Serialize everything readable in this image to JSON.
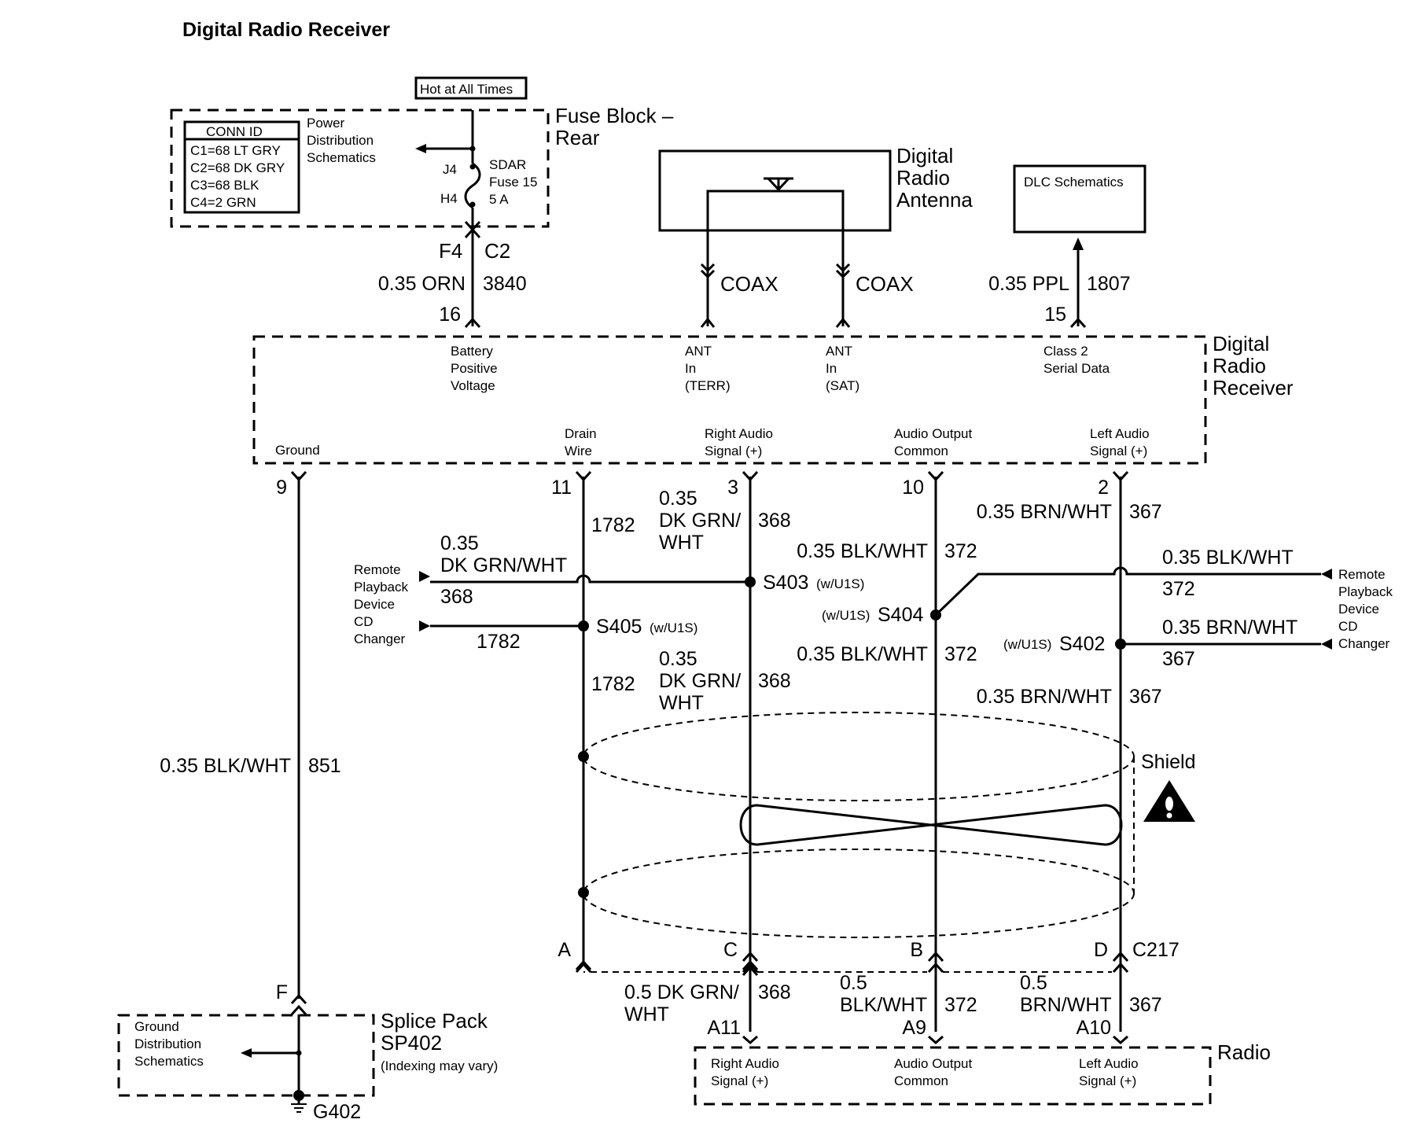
{
  "title": "Digital Radio Receiver",
  "fuse_block": {
    "hot_label": "Hot at All Times",
    "name_line1": "Fuse Block –",
    "name_line2": "Rear",
    "conn_header": "CONN ID",
    "conn_ids": [
      "C1=68 LT GRY",
      "C2=68 DK GRY",
      "C3=68 BLK",
      "C4=2 GRN"
    ],
    "power_ref": [
      "Power",
      "Distribution",
      "Schematics"
    ],
    "fuse_label": [
      "SDAR",
      "Fuse 15",
      "5 A"
    ],
    "pin_in": "J4",
    "pin_out": "H4",
    "connector_left": "F4",
    "connector_right": "C2"
  },
  "antenna": {
    "name": [
      "Digital",
      "Radio",
      "Antenna"
    ],
    "coax_label": "COAX"
  },
  "dlc": {
    "label": "DLC Schematics"
  },
  "receiver": {
    "name": [
      "Digital",
      "Radio",
      "Receiver"
    ],
    "top_pins": [
      {
        "label": [
          "Battery",
          "Positive",
          "Voltage"
        ],
        "pin": "16",
        "gauge": "0.35 ORN",
        "circuit": "3840"
      },
      {
        "label": [
          "ANT",
          "In",
          "(TERR)"
        ]
      },
      {
        "label": [
          "ANT",
          "In",
          "(SAT)"
        ]
      },
      {
        "label": [
          "Class 2",
          "Serial Data"
        ],
        "pin": "15",
        "gauge": "0.35 PPL",
        "circuit": "1807"
      }
    ],
    "bottom_pins": [
      {
        "label": [
          "Ground"
        ],
        "pin": "9"
      },
      {
        "label": [
          "Drain",
          "Wire"
        ],
        "pin": "11"
      },
      {
        "label": [
          "Right Audio",
          "Signal (+)"
        ],
        "pin": "3"
      },
      {
        "label": [
          "Audio Output",
          "Common"
        ],
        "pin": "10"
      },
      {
        "label": [
          "Left Audio",
          "Signal (+)"
        ],
        "pin": "2"
      }
    ]
  },
  "wires": {
    "ground": {
      "gauge": "0.35 BLK/WHT",
      "circuit": "851",
      "connector_pin": "F"
    },
    "drain_upper": {
      "circuit": "1782"
    },
    "drain_lower": {
      "circuit": "1782"
    },
    "right_upper": {
      "gauge": [
        "0.35",
        "DK GRN/",
        "WHT"
      ],
      "circuit": "368"
    },
    "right_lower": {
      "gauge": [
        "0.35",
        "DK GRN/",
        "WHT"
      ],
      "circuit": "368"
    },
    "common_upper": {
      "gauge": "0.35 BLK/WHT",
      "circuit": "372"
    },
    "common_lower": {
      "gauge": "0.35 BLK/WHT",
      "circuit": "372"
    },
    "left_upper": {
      "gauge": "0.35 BRN/WHT",
      "circuit": "367"
    },
    "left_lower": {
      "gauge": "0.35 BRN/WHT",
      "circuit": "367"
    }
  },
  "splices": {
    "s403": {
      "name": "S403",
      "option": "(w/U1S)"
    },
    "s405": {
      "name": "S405",
      "option": "(w/U1S)"
    },
    "s404": {
      "name": "S404",
      "option": "(w/U1S)"
    },
    "s402": {
      "name": "S402",
      "option": "(w/U1S)"
    }
  },
  "remote_left": {
    "label": [
      "Remote",
      "Playback",
      "Device",
      "CD",
      "Changer"
    ],
    "w1_gauge": [
      "0.35",
      "DK GRN/WHT"
    ],
    "w1_circuit": "368",
    "w2_circuit": "1782"
  },
  "remote_right": {
    "label": [
      "Remote",
      "Playback",
      "Device",
      "CD",
      "Changer"
    ],
    "w1_gauge": "0.35 BLK/WHT",
    "w1_circuit": "372",
    "w2_gauge": "0.35 BRN/WHT",
    "w2_circuit": "367"
  },
  "shield": {
    "label": "Shield"
  },
  "c217": {
    "name": "C217",
    "pins": [
      "A",
      "C",
      "B",
      "D"
    ],
    "right": {
      "gauge": [
        "0.5 DK GRN/",
        "WHT"
      ],
      "circuit": "368",
      "pin": "A11"
    },
    "common": {
      "gauge": [
        "0.5",
        "BLK/WHT"
      ],
      "circuit": "372",
      "pin": "A9"
    },
    "left": {
      "gauge": [
        "0.5",
        "BRN/WHT"
      ],
      "circuit": "367",
      "pin": "A10"
    }
  },
  "radio": {
    "name": "Radio",
    "pins": [
      {
        "label": [
          "Right Audio",
          "Signal (+)"
        ]
      },
      {
        "label": [
          "Audio Output",
          "Common"
        ]
      },
      {
        "label": [
          "Left Audio",
          "Signal (+)"
        ]
      }
    ]
  },
  "splice_pack": {
    "name": [
      "Splice Pack",
      "SP402"
    ],
    "note": "(Indexing may vary)",
    "ground_ref": [
      "Ground",
      "Distribution",
      "Schematics"
    ],
    "ground_id": "G402"
  }
}
